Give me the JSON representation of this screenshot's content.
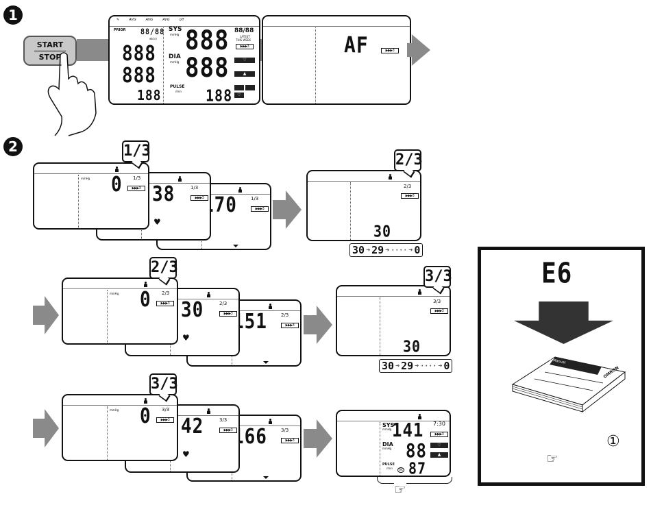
{
  "step1": {
    "badge": "1",
    "button": {
      "start": "START",
      "stop": "STOP"
    },
    "lcd_full": {
      "top_icons": [
        "AVG",
        "AVG",
        "AVG",
        "off"
      ],
      "prior": "PRIOR",
      "prior_value": "88/88",
      "wks": "wk(s)",
      "left_values": [
        "888",
        "888",
        "188"
      ],
      "sys": "SYS",
      "dia": "DIA",
      "pulse": "PULSE",
      "mmhg": "mmHg",
      "per_min": "/min",
      "sys_value": "888",
      "dia_value": "888",
      "pulse_value": "188",
      "ok": "OK",
      "right_value": "88/88",
      "latest": "LATEST",
      "this_week": "THIS WEEK",
      "indicator": "▶▶▶3"
    },
    "lcd_af": {
      "code": "AF",
      "indicator": "▶▶▶3"
    }
  },
  "step2": {
    "badge": "2",
    "mmhg": "mmHg",
    "indicator": "▶▶▶3",
    "rows": [
      {
        "bubble": "1/3",
        "counter": "1/3",
        "readings": [
          "0",
          "38",
          "170"
        ],
        "result": {
          "bubble": "2/3",
          "counter": "2/3",
          "value": "30",
          "sequence": [
            "30",
            "29",
            "····",
            "0"
          ]
        }
      },
      {
        "bubble": "2/3",
        "counter": "2/3",
        "readings": [
          "0",
          "30",
          "151"
        ],
        "result": {
          "bubble": "3/3",
          "counter": "3/3",
          "value": "30",
          "sequence": [
            "30",
            "29",
            "····",
            "0"
          ]
        }
      },
      {
        "bubble": "3/3",
        "counter": "3/3",
        "readings": [
          "0",
          "42",
          "166"
        ],
        "result": {
          "sys_label": "SYS",
          "dia_label": "DIA",
          "pulse_label": "PULSE",
          "mmhg": "mmHg",
          "per_min": "/min",
          "sys": "141",
          "dia": "88",
          "pulse": "87",
          "time": "7:30",
          "ok": "OK",
          "pointer": "☞"
        }
      }
    ]
  },
  "error_box": {
    "code": "E6",
    "manual_title": "Instruction Manual",
    "brand": "OMRON",
    "ref": "①",
    "pointer": "☞"
  },
  "colors": {
    "arrow": "#8a8a8a",
    "ink": "#111111"
  }
}
